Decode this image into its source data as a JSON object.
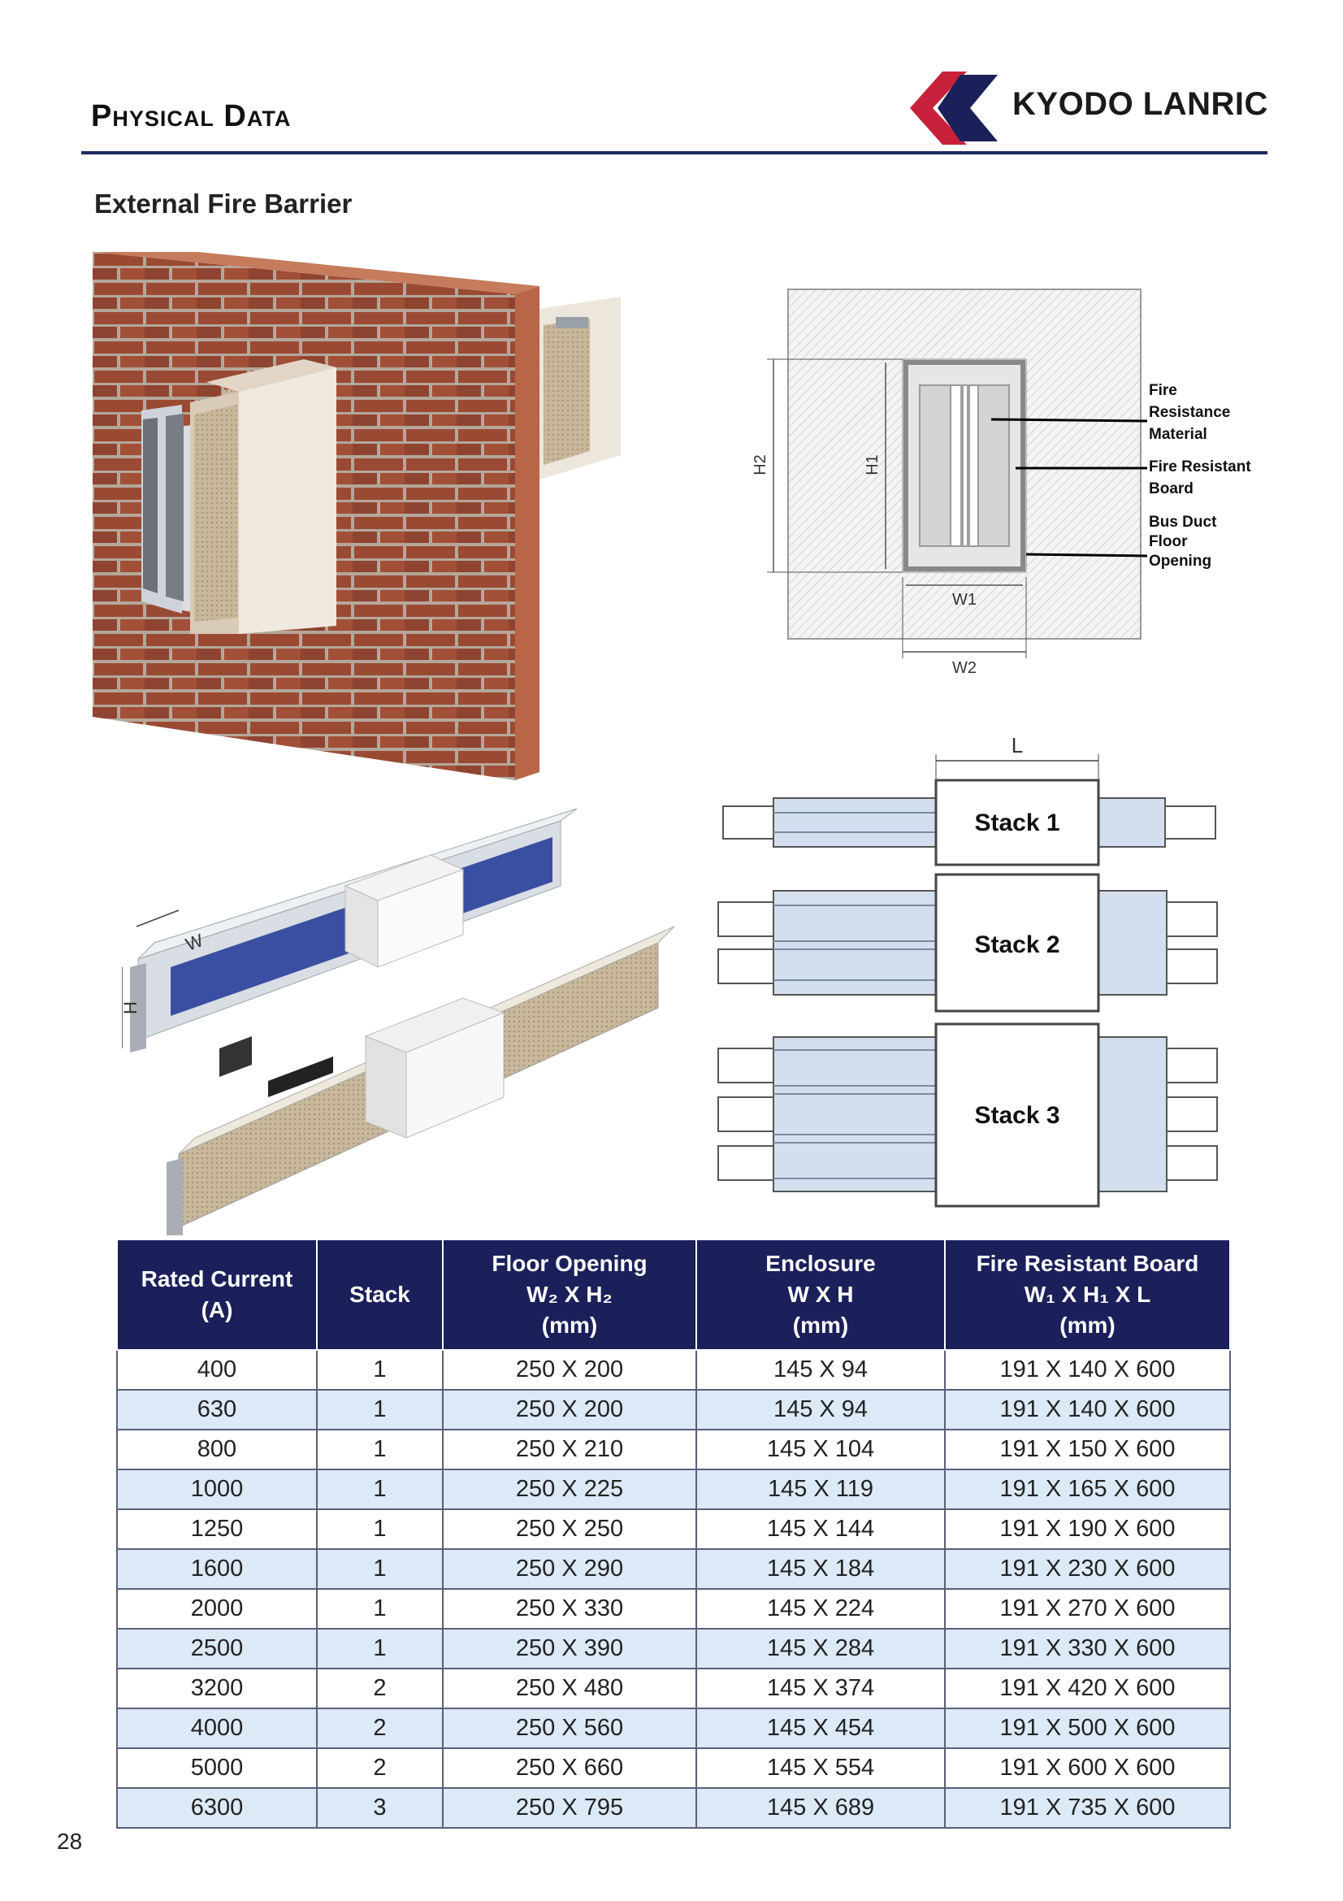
{
  "header": {
    "title": "Physical Data",
    "brand": "KYODO LANRIC"
  },
  "section_title": "External Fire Barrier",
  "opening_diagram": {
    "labels": {
      "fire_resistance_material": [
        "Fire",
        "Resistance",
        "Material"
      ],
      "fire_resistant_board": [
        "Fire Resistant",
        "Board"
      ],
      "bus_duct_floor_opening": [
        "Bus Duct",
        "Floor",
        "Opening"
      ]
    },
    "dims": {
      "h2": "H2",
      "h1": "H1",
      "w1": "W1",
      "w2": "W2"
    }
  },
  "busway_dims": {
    "w": "W",
    "h": "H"
  },
  "stacks": {
    "length": "L",
    "labels": [
      "Stack 1",
      "Stack 2",
      "Stack 3"
    ]
  },
  "table": {
    "headers": [
      [
        "Rated Current",
        "(A)"
      ],
      [
        "Stack"
      ],
      [
        "Floor Opening",
        "W₂ X H₂",
        "(mm)"
      ],
      [
        "Enclosure",
        "W X H",
        "(mm)"
      ],
      [
        "Fire Resistant Board",
        "W₁ X H₁ X L",
        "(mm)"
      ]
    ],
    "rows": [
      [
        "400",
        "1",
        "250 X 200",
        "145 X 94",
        "191 X 140 X 600"
      ],
      [
        "630",
        "1",
        "250 X 200",
        "145 X 94",
        "191 X 140 X 600"
      ],
      [
        "800",
        "1",
        "250 X 210",
        "145 X 104",
        "191 X 150 X 600"
      ],
      [
        "1000",
        "1",
        "250 X 225",
        "145 X 119",
        "191 X 165 X 600"
      ],
      [
        "1250",
        "1",
        "250 X 250",
        "145 X 144",
        "191 X 190 X 600"
      ],
      [
        "1600",
        "1",
        "250 X 290",
        "145 X 184",
        "191 X 230 X 600"
      ],
      [
        "2000",
        "1",
        "250 X 330",
        "145 X 224",
        "191 X 270 X 600"
      ],
      [
        "2500",
        "1",
        "250 X 390",
        "145 X 284",
        "191 X 330 X 600"
      ],
      [
        "3200",
        "2",
        "250 X 480",
        "145 X 374",
        "191 X 420 X 600"
      ],
      [
        "4000",
        "2",
        "250 X 560",
        "145 X 454",
        "191 X 500 X 600"
      ],
      [
        "5000",
        "2",
        "250 X 660",
        "145 X 554",
        "191 X 600 X 600"
      ],
      [
        "6300",
        "3",
        "250 X 795",
        "145 X 689",
        "191 X 735 X 600"
      ]
    ]
  },
  "page_number": "28"
}
